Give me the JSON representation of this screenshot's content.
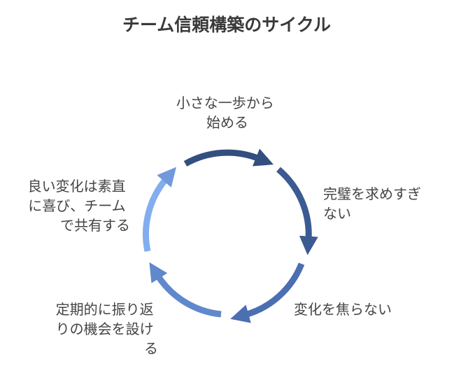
{
  "title": "チーム信頼構築のサイクル",
  "colors": {
    "arrow_1": "#324f7f",
    "arrow_2": "#3c5b92",
    "arrow_3": "#4b6fb0",
    "arrow_4": "#6088cc",
    "arrow_5": "#7199dc",
    "arrow_6": "#82aeef"
  },
  "steps": [
    {
      "lines": [
        "小さな一歩から",
        "始める"
      ]
    },
    {
      "lines": [
        "完璧を求めすぎ",
        "ない"
      ]
    },
    {
      "lines": [
        "変化を焦らない"
      ]
    },
    {
      "lines": [
        "定期的に振り返",
        "りの機会を設け",
        "る"
      ]
    },
    {
      "lines": [
        "良い変化は素直",
        "に喜び、チーム",
        "で共有する"
      ]
    }
  ]
}
